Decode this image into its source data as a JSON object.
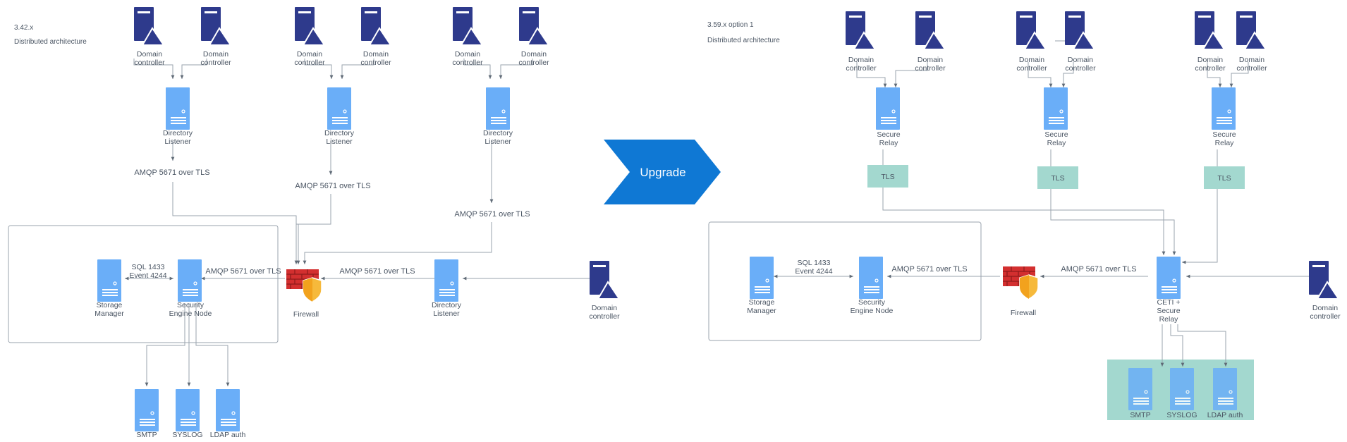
{
  "left_panel": {
    "version": "3.42.x",
    "subtitle": "Distributed architecture",
    "dc_label": [
      "Domain",
      "controller"
    ],
    "dir_listener_label": [
      "Directory",
      "Listener"
    ],
    "amqp": "AMQP 5671 over TLS",
    "sql": [
      "SQL 1433",
      "Event 4244"
    ],
    "storage_manager": [
      "Storage",
      "Manager"
    ],
    "security_engine": [
      "Security",
      "Engine Node"
    ],
    "firewall": "Firewall",
    "smtp": "SMTP",
    "syslog": "SYSLOG",
    "ldap": "LDAP auth"
  },
  "upgrade_arrow": {
    "label": "Upgrade",
    "color": "#0f78d4"
  },
  "right_panel": {
    "version": "3.59.x option 1",
    "subtitle": "Distributed architecture",
    "dc_label": [
      "Domain",
      "controller"
    ],
    "secure_relay": [
      "Secure",
      "Relay"
    ],
    "tls": "TLS",
    "amqp": "AMQP 5671 over TLS",
    "sql": [
      "SQL 1433",
      "Event 4244"
    ],
    "storage_manager": [
      "Storage",
      "Manager"
    ],
    "security_engine": [
      "Security",
      "Engine Node"
    ],
    "firewall": "Firewall",
    "ceti_relay": [
      "CETI +",
      "Secure",
      "Relay"
    ],
    "smtp": "SMTP",
    "syslog": "SYSLOG",
    "ldap": "LDAP auth"
  },
  "colors": {
    "dc_navy": "#2e3a8c",
    "server_blue": "#6aaef8",
    "teal_box": "#a3d8cf",
    "firewall_red": "#d32f2f",
    "shield_yellow": "#f6b93b",
    "line": "#9aa3ad"
  },
  "icons": [
    "domain-controller-icon",
    "server-icon",
    "firewall-icon",
    "shield-icon",
    "chevron-arrow-icon"
  ]
}
